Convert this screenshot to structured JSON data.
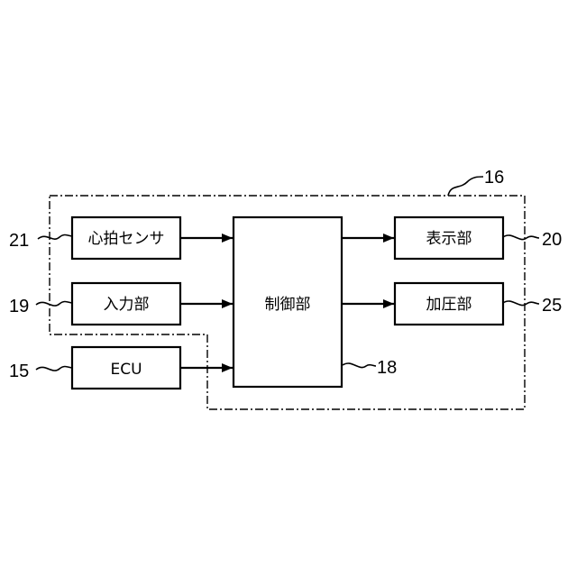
{
  "blocks": {
    "heart_rate_sensor": "心拍センサ",
    "input_unit": "入力部",
    "ecu": "ECU",
    "controller": "制御部",
    "display_unit": "表示部",
    "pressurizer": "加圧部"
  },
  "refs": {
    "enclosure": "16",
    "heart_rate_sensor": "21",
    "input_unit": "19",
    "ecu": "15",
    "controller": "18",
    "display_unit": "20",
    "pressurizer": "25"
  }
}
